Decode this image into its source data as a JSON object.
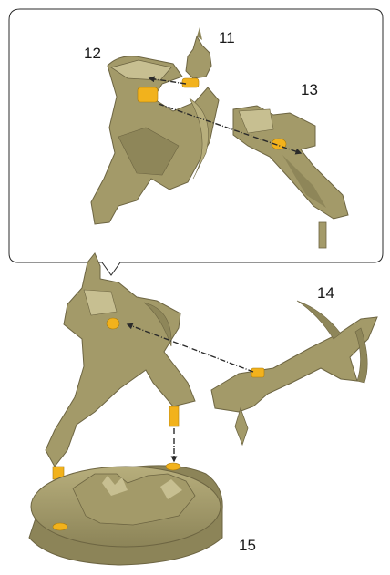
{
  "colors": {
    "plastic": "#a39a69",
    "plastic_dark": "#6d6542",
    "plastic_light": "#c7bf91",
    "glue_point": "#f2b21c",
    "callout_border": "#2b2b2b",
    "arrow": "#2a2a2a"
  },
  "steps": {
    "s11": "11",
    "s12": "12",
    "s13": "13",
    "s14": "14",
    "s15": "15"
  },
  "icons": {
    "arrow_style": "dash-dot-arrow-icon"
  }
}
